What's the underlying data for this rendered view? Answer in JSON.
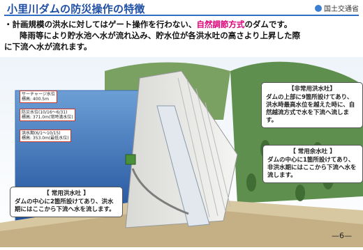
{
  "header": {
    "title": "小里川ダムの防災操作の特徴",
    "agency": "国土交通省"
  },
  "description": {
    "line1_prefix": "・計画規模の洪水に対してはゲート操作を行わない、",
    "line1_highlight": "自然調節方式",
    "line1_suffix": "のダムです。",
    "line2": "降雨等により貯水池へ水が流れ込み、貯水位が各洪水吐の高さより上昇した際",
    "line3": "に下流へ水が流れます。"
  },
  "water_levels": [
    {
      "name": "サーチャージ水位",
      "value": "標高: 400.5m"
    },
    {
      "name": "防災水位(10/16～6/31)",
      "value": "標高: 371.0m(常時満水位)"
    },
    {
      "name": "洪水期(6/1～10/15)",
      "value": "標高: 353.0m(最低水位)"
    }
  ],
  "callouts": {
    "emergency": {
      "title": "【非常用洪水吐】",
      "text": "ダムの上部に9箇所設けてあり、洪水時最高水位を越えた時に、自然越流方式で水を下流へ流します。"
    },
    "normal_spill": {
      "title": "【 常用余水吐 】",
      "text": "ダムの中心に1箇所設けてあり、非洪水期にはここから下流へ水を流します。"
    },
    "normal_flood": {
      "title": "【 常用洪水吐 】",
      "text": "ダムの中心に2箇所設けてあり、洪水期にはここから下流へ水を流します。"
    }
  },
  "page_number": "—6—",
  "colors": {
    "title": "#1f4fa3",
    "highlight": "#e0007a",
    "label_border": "#c8362a"
  }
}
